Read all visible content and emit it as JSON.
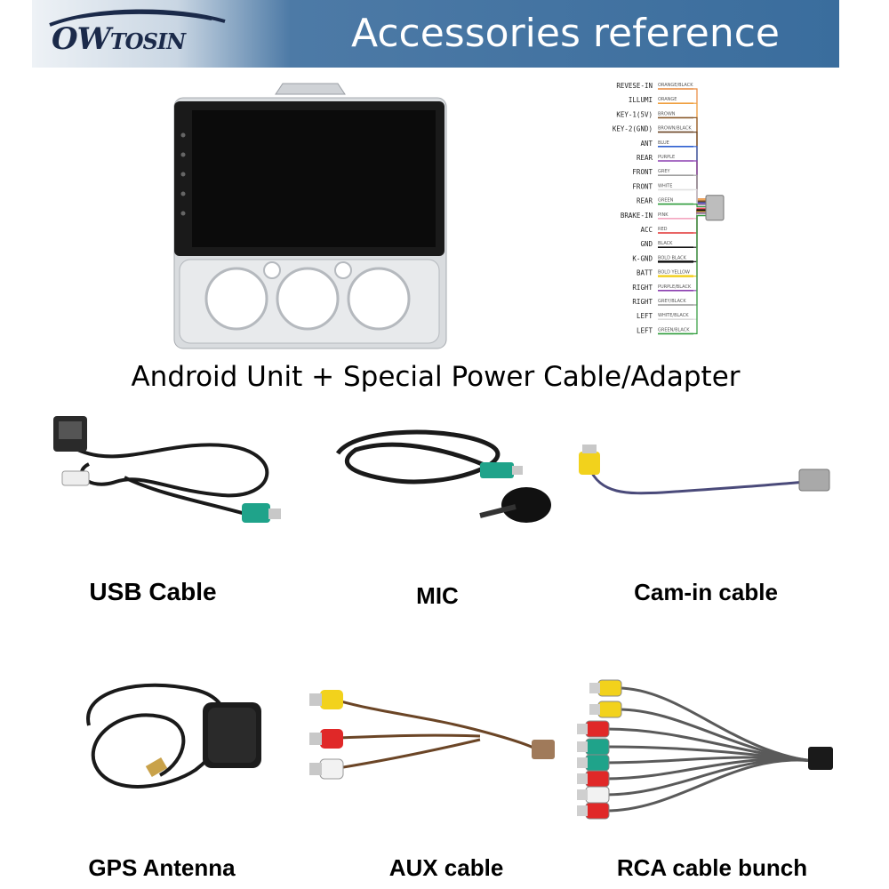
{
  "brand": {
    "logo_text_a": "OW",
    "logo_text_b": "TOSIN"
  },
  "header": {
    "title": "Accessories reference"
  },
  "main_caption": "Android Unit + Special Power Cable/Adapter",
  "wiring": {
    "labels": [
      "REVESE-IN",
      "ILLUMI",
      "KEY-1(5V)",
      "KEY-2(GND)",
      "ANT",
      "REAR",
      "FRONT",
      "FRONT",
      "REAR",
      "BRAKE-IN",
      "ACC",
      "GND",
      "K-GND",
      "BATT",
      "RIGHT",
      "RIGHT",
      "LEFT",
      "LEFT"
    ],
    "wire_colors": [
      "ORANGE/BLACK",
      "ORANGE",
      "BROWN",
      "BROWN/BLACK",
      "BLUE",
      "PURPLE",
      "GREY",
      "WHITE",
      "GREEN",
      "PINK",
      "RED",
      "BLACK",
      "BOLD BLACK",
      "BOLD YELLOW",
      "PURPLE/BLACK",
      "GREY/BLACK",
      "WHITE/BLACK",
      "GREEN/BLACK"
    ],
    "line_hex": [
      "#e8873a",
      "#f0a040",
      "#8a5a2b",
      "#6b4526",
      "#2f5fd0",
      "#8b3fb0",
      "#a0a0a0",
      "#e0e0e0",
      "#2e9b3a",
      "#f4a6c0",
      "#e03030",
      "#111111",
      "#111111",
      "#f2d020",
      "#8b3fb0",
      "#999999",
      "#dddddd",
      "#2e9b3a"
    ]
  },
  "accessories": {
    "usb": "USB Cable",
    "mic": "MIC",
    "cam": "Cam-in cable",
    "gps": "GPS Antenna",
    "aux": "AUX cable",
    "rca": "RCA cable bunch"
  },
  "colors": {
    "header_blue": "#3a6d9d",
    "connector_yellow": "#f2d21c",
    "connector_red": "#e02828",
    "connector_green": "#1fa38a"
  }
}
